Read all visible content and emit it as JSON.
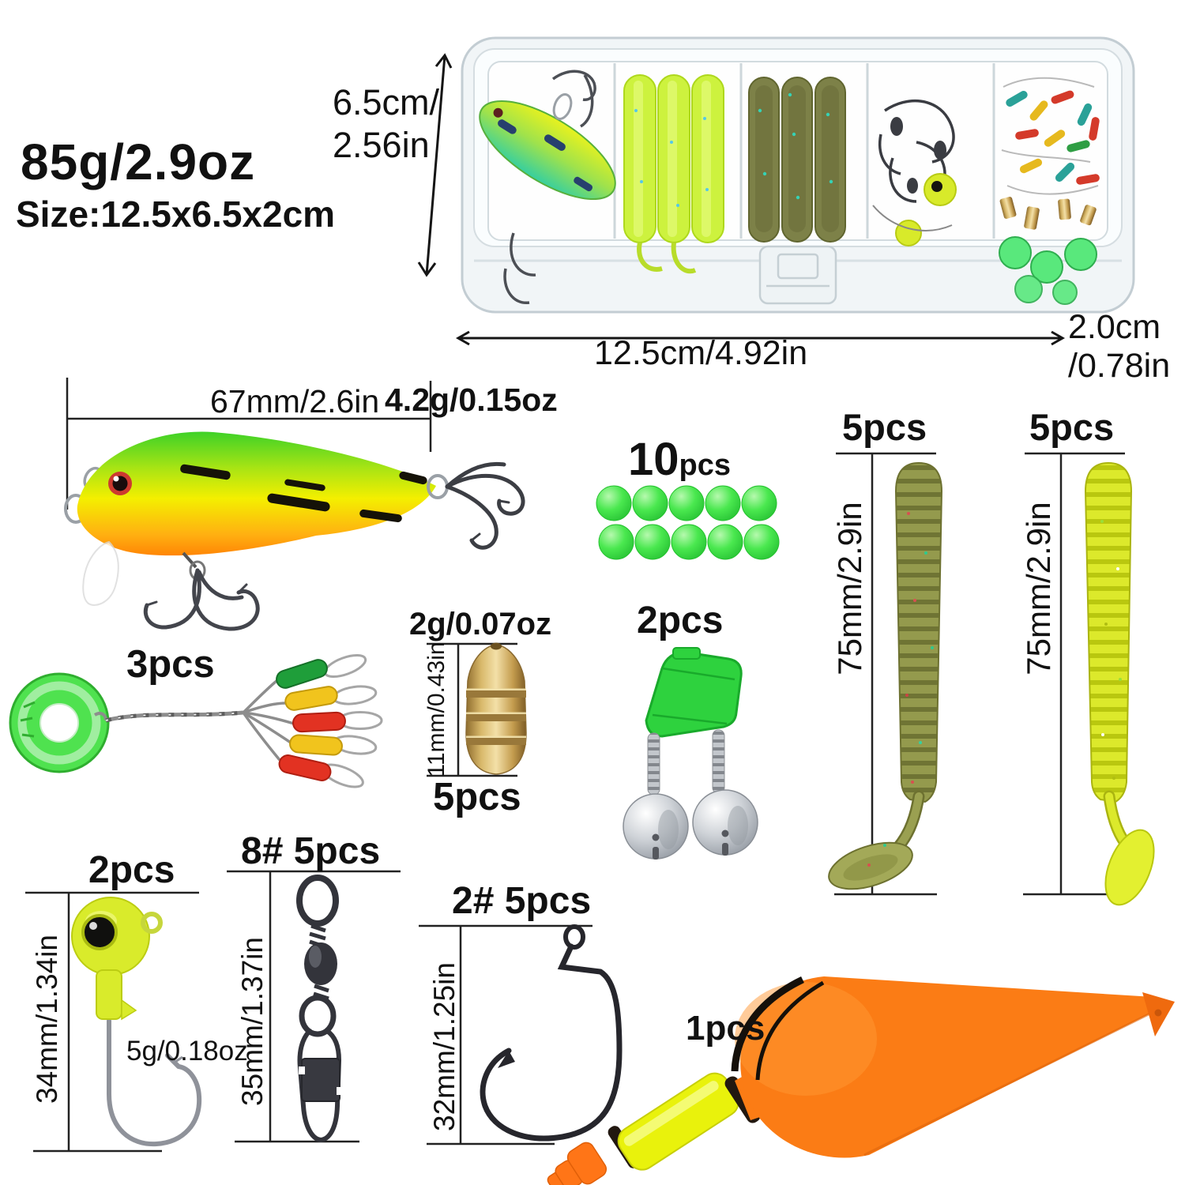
{
  "product": {
    "weight": "85g/2.9oz",
    "size": "Size:12.5x6.5x2cm"
  },
  "box": {
    "height": "6.5cm/\n2.56in",
    "width": "12.5cm/4.92in",
    "depth": "2.0cm\n/0.78in"
  },
  "lure": {
    "length": "67mm/2.6in",
    "weight": "4.2g/0.15oz"
  },
  "beads": {
    "count": "10",
    "unit": "pcs"
  },
  "worm_left": {
    "qty": "5pcs",
    "length": "75mm/2.9in"
  },
  "worm_right": {
    "qty": "5pcs",
    "length": "75mm/2.9in"
  },
  "stoppers": {
    "qty": "3pcs"
  },
  "sinker": {
    "weight": "2g/0.07oz",
    "length": "11mm/0.43in",
    "qty": "5pcs"
  },
  "bells": {
    "qty": "2pcs"
  },
  "jig": {
    "qty": "2pcs",
    "length": "34mm/1.34in",
    "weight": "5g/0.18oz"
  },
  "swivel": {
    "qty": "8# 5pcs",
    "length": "35mm/1.37in"
  },
  "hook": {
    "qty": "2# 5pcs",
    "length": "32mm/1.25in"
  },
  "float": {
    "qty": "1pcs"
  },
  "colors": {
    "lure_green": "#2fcf2a",
    "chartreuse": "#d9eb2b",
    "bead_green": "#2ed838",
    "brass": "#c9a152",
    "float_orange": "#fb7c15"
  }
}
